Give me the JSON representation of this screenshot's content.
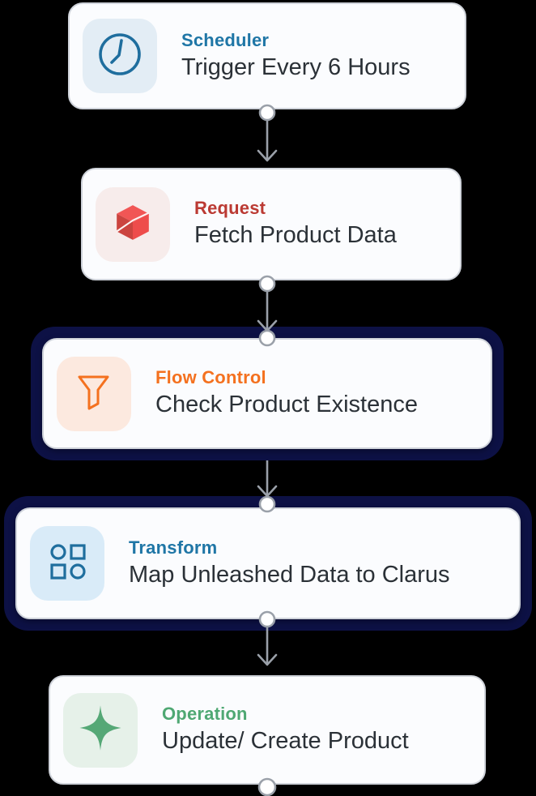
{
  "canvas": {
    "background": "#000000",
    "selection_color": "#0d1145",
    "connector_color": "#9aa0a9"
  },
  "nodes": [
    {
      "id": "scheduler",
      "category": "Scheduler",
      "title": "Trigger Every 6 Hours",
      "accent": "#1f76a6",
      "icon": "clock-icon",
      "icon_bg": "#e3edf5",
      "selected": false
    },
    {
      "id": "request",
      "category": "Request",
      "title": "Fetch Product Data",
      "accent": "#bb3a33",
      "icon": "cube-icon",
      "icon_bg": "#f7eceb",
      "selected": false
    },
    {
      "id": "flow-control",
      "category": "Flow Control",
      "title": "Check Product Existence",
      "accent": "#f4711f",
      "icon": "funnel-icon",
      "icon_bg": "#fce9df",
      "selected": true
    },
    {
      "id": "transform",
      "category": "Transform",
      "title": "Map Unleashed Data to Clarus",
      "accent": "#1f76a6",
      "icon": "shapes-icon",
      "icon_bg": "#d9ebf8",
      "selected": true
    },
    {
      "id": "operation",
      "category": "Operation",
      "title": "Update/ Create Product",
      "accent": "#4fa873",
      "icon": "sparkle-icon",
      "icon_bg": "#e6f1e9",
      "selected": false
    }
  ]
}
